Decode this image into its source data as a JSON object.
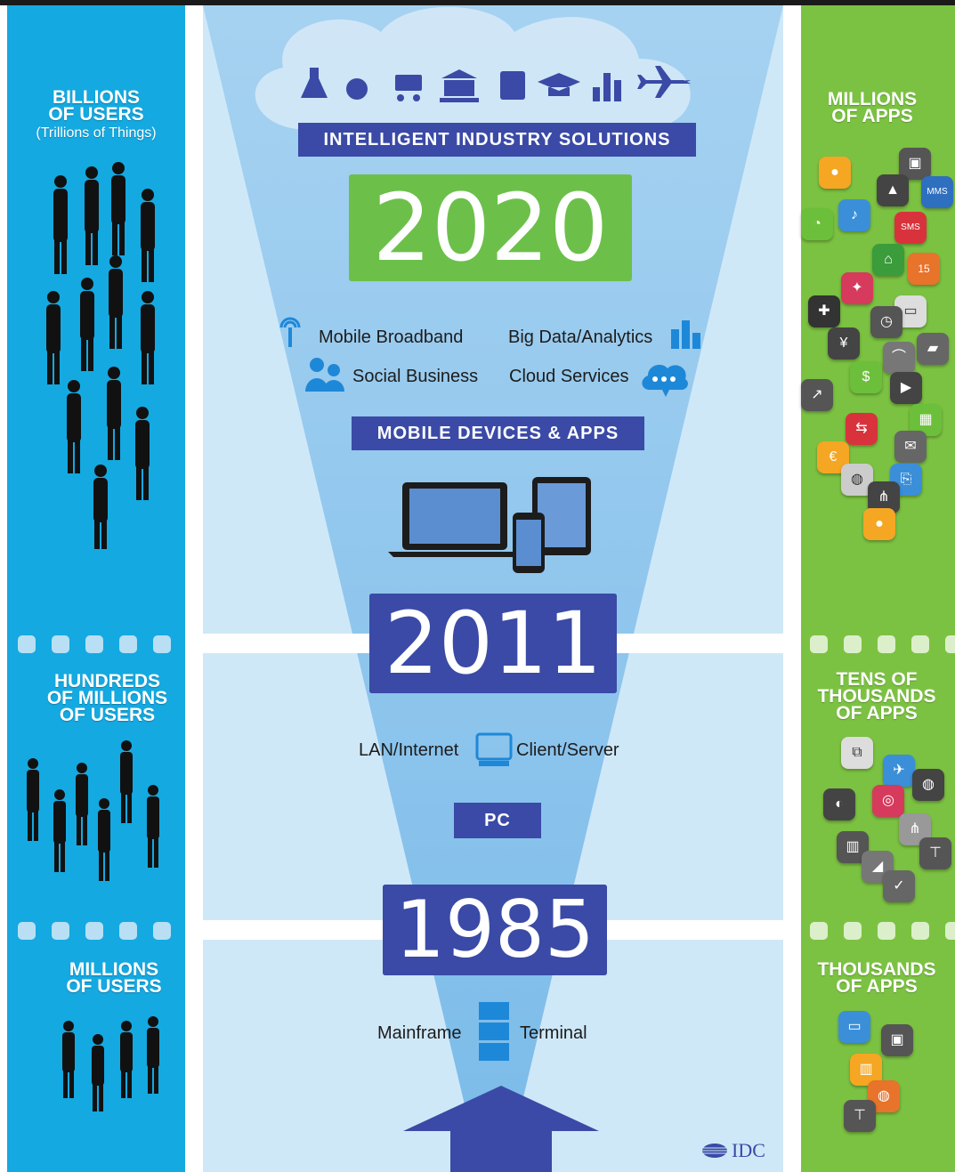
{
  "left": {
    "top_heading": "BILLIONS",
    "top_heading2": "OF USERS",
    "top_sub": "(Trillions of Things)",
    "mid_heading": "HUNDREDS",
    "mid_heading2": "OF MILLIONS",
    "mid_heading3": "OF USERS",
    "bottom_heading": "MILLIONS",
    "bottom_heading2": "OF USERS"
  },
  "right": {
    "top_heading": "MILLIONS",
    "top_heading2": "OF APPS",
    "mid_heading": "TENS OF",
    "mid_heading2": "THOUSANDS",
    "mid_heading3": "OF APPS",
    "bottom_heading": "THOUSANDS",
    "bottom_heading2": "OF APPS"
  },
  "center": {
    "industry_banner": "INTELLIGENT INDUSTRY SOLUTIONS",
    "year_2020": "2020",
    "tech_mobile_broadband": "Mobile Broadband",
    "tech_big_data": "Big Data/Analytics",
    "tech_social": "Social Business",
    "tech_cloud": "Cloud Services",
    "mobile_banner": "MOBILE DEVICES & APPS",
    "year_2011": "2011",
    "tech_lan": "LAN/Internet",
    "tech_client": "Client/Server",
    "pc_banner": "PC",
    "year_1985": "1985",
    "tech_mainframe": "Mainframe",
    "tech_terminal": "Terminal",
    "logo_text": "IDC"
  },
  "colors": {
    "left_column": "#14a9e1",
    "right_column": "#7cc242",
    "banner": "#3a4aa6",
    "year_2020": "#6cc04a",
    "funnel": "#8cc5ee"
  }
}
